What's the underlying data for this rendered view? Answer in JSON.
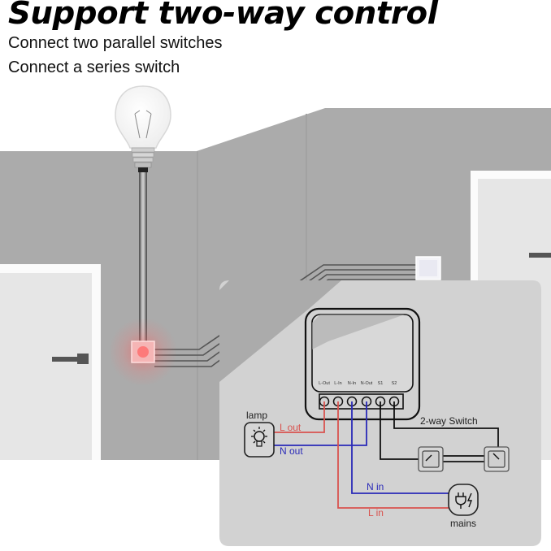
{
  "header": {
    "title": "Support two-way control",
    "subtitles": [
      "Connect two parallel switches",
      "Connect a series switch"
    ]
  },
  "diagram": {
    "module_terminals": [
      "L-Out",
      "L-In",
      "N-In",
      "N-Out",
      "S1",
      "S2"
    ],
    "lamp_label": "lamp",
    "lamp_l_wire": "L out",
    "lamp_n_wire": "N out",
    "switch_label": "2-way Switch",
    "mains_n_wire": "N in",
    "mains_l_wire": "L in",
    "mains_label": "mains"
  },
  "colors": {
    "live_wire": "#d9534f",
    "neutral_wire": "#2a2ab8",
    "switch_wire": "#111111",
    "wall": "#ababab",
    "panel": "#d2d2d2",
    "glow": "#ff5a5a"
  }
}
